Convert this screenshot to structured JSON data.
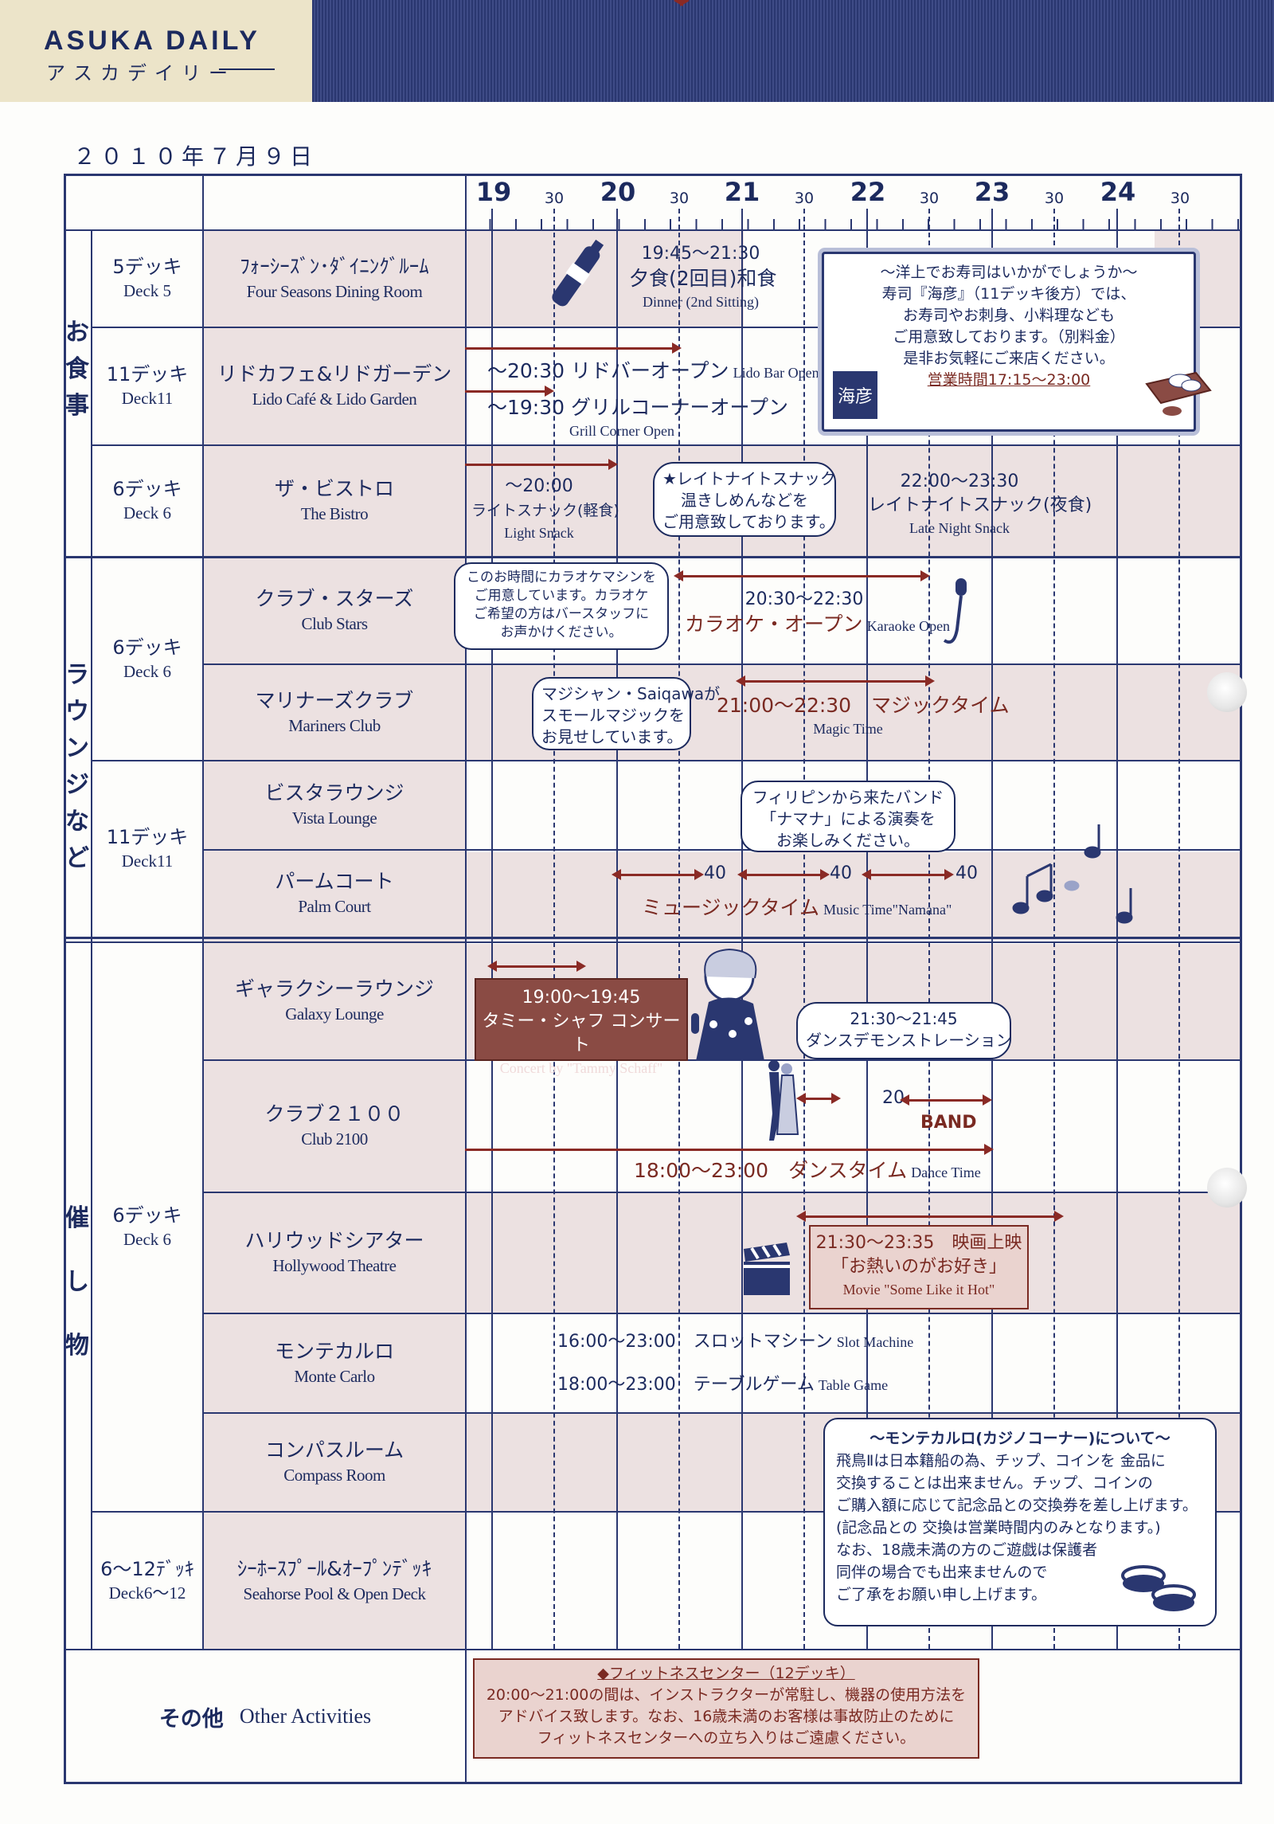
{
  "header": {
    "title_en": "ASUKA DAILY",
    "title_ja": "アスカデイリー"
  },
  "date": "２０１０年７月９日",
  "timeline": {
    "hours": [
      "19",
      "20",
      "21",
      "22",
      "23",
      "24"
    ],
    "half_label": "30"
  },
  "categories": [
    {
      "label": "お食事",
      "chars": [
        "お",
        "食",
        "事"
      ]
    },
    {
      "label": "ラウンジなど",
      "chars": [
        "ラ",
        "ウ",
        "ン",
        "ジ",
        "な",
        "ど"
      ]
    },
    {
      "label": "催し物",
      "chars": [
        "催",
        "し",
        "物"
      ]
    }
  ],
  "decks": [
    {
      "ja": "5デッキ",
      "en": "Deck 5"
    },
    {
      "ja": "11デッキ",
      "en": "Deck11"
    },
    {
      "ja": "6デッキ",
      "en": "Deck 6"
    },
    {
      "ja": "6デッキ",
      "en": "Deck 6"
    },
    {
      "ja": "11デッキ",
      "en": "Deck11"
    },
    {
      "ja": "6デッキ",
      "en": "Deck 6"
    },
    {
      "ja": "6〜12ﾃﾞｯｷ",
      "en": "Deck6〜12"
    }
  ],
  "venues": [
    {
      "ja": "ﾌｫｰｼｰｽﾞﾝ･ﾀﾞｲﾆﾝｸﾞﾙｰﾑ",
      "en": "Four Seasons Dining Room"
    },
    {
      "ja": "リドカフェ&リドガーデン",
      "en": "Lido Café & Lido Garden"
    },
    {
      "ja": "ザ・ビストロ",
      "en": "The Bistro"
    },
    {
      "ja": "クラブ・スターズ",
      "en": "Club Stars"
    },
    {
      "ja": "マリナーズクラブ",
      "en": "Mariners Club"
    },
    {
      "ja": "ビスタラウンジ",
      "en": "Vista Lounge"
    },
    {
      "ja": "パームコート",
      "en": "Palm Court"
    },
    {
      "ja": "ギャラクシーラウンジ",
      "en": "Galaxy Lounge"
    },
    {
      "ja": "クラブ２１００",
      "en": "Club 2100"
    },
    {
      "ja": "ハリウッドシアター",
      "en": "Hollywood Theatre"
    },
    {
      "ja": "モンテカルロ",
      "en": "Monte Carlo"
    },
    {
      "ja": "コンパスルーム",
      "en": "Compass Room"
    },
    {
      "ja": "ｼｰﾎｰｽﾌﾟｰﾙ&ｵｰﾌﾟﾝﾃﾞｯｷ",
      "en": "Seahorse Pool & Open Deck"
    }
  ],
  "other": {
    "ja": "その他",
    "en": "Other Activities"
  },
  "events": {
    "dinner": {
      "time": "19:45〜21:30",
      "ja": "夕食(2回目)和食",
      "en": "Dinner (2nd Sitting)"
    },
    "lido_bar": {
      "ja": "〜20:30 リドバーオープン",
      "en": "Lido Bar Open"
    },
    "grill": {
      "ja": "〜19:30 グリルコーナーオープン",
      "en": "Grill Corner Open"
    },
    "bistro_light": {
      "time": "〜20:00",
      "ja": "ライトスナック(軽食)",
      "en": "Light Snack"
    },
    "bistro_bubble": [
      "★レイトナイトスナック",
      "温きしめんなどを",
      "ご用意致しております。"
    ],
    "bistro_late": {
      "time": "22:00〜23:30",
      "ja": "レイトナイトスナック(夜食)",
      "en": "Late Night Snack"
    },
    "karaoke_bubble": [
      "このお時間にカラオケマシンを",
      "ご用意しています。カラオケ",
      "ご希望の方はバースタッフに",
      "お声かけください。"
    ],
    "karaoke": {
      "time": "20:30〜22:30",
      "ja": "カラオケ・オープン",
      "en": "Karaoke Open"
    },
    "magic_bubble": [
      "マジシャン・Saiqawaが",
      "スモールマジックを",
      "お見せしています。"
    ],
    "magic": {
      "ja": "21:00〜22:30　マジックタイム",
      "en": "Magic Time"
    },
    "band_bubble": [
      "フィリピンから来たバンド",
      "「ナマナ」による演奏を",
      "お楽しみください。"
    ],
    "music_intervals": [
      "40",
      "40",
      "40"
    ],
    "music": {
      "ja": "ミュージックタイム",
      "en": "Music Time\"Namana\""
    },
    "concert": {
      "time": "19:00〜19:45",
      "ja": "タミー・シャフ コンサート",
      "en": "Concert by \"Tammy Schaff\""
    },
    "dance_demo_bubble": [
      "21:30〜21:45",
      "ダンスデモンストレーション"
    ],
    "band20": {
      "num": "20",
      "label": "BAND"
    },
    "dance_time": {
      "ja": "18:00〜23:00　ダンスタイム",
      "en": "Dance Time"
    },
    "movie": {
      "time": "21:30〜23:35　映画上映",
      "title": "「お熱いのがお好き」",
      "en": "Movie \"Some Like it Hot\""
    },
    "slot": {
      "ja": "16:00〜23:00　スロットマシーン",
      "en": "Slot Machine"
    },
    "table": {
      "ja": "18:00〜23:00　テーブルゲーム",
      "en": "Table Game"
    }
  },
  "sushi_notice": {
    "lines": [
      "〜洋上でお寿司はいかがでしょうか〜",
      "寿司『海彦』（11デッキ後方）では、",
      "お寿司やお刺身、小料理なども",
      "ご用意致しております。（別料金）",
      "是非お気軽にご来店ください。"
    ],
    "hours": "営業時間17:15〜23:00",
    "logo": "海彦"
  },
  "casino_notice": {
    "title": "〜モンテカルロ(カジノコーナー)について〜",
    "lines": [
      "飛鳥Ⅱは日本籍船の為、チップ、コインを 金品に",
      "交換することは出来ません。チップ、コインの",
      "ご購入額に応じて記念品との交換券を差し上げます。",
      "(記念品との 交換は営業時間内のみとなります。)",
      "なお、18歳未満の方のご遊戯は保護者",
      "同伴の場合でも出来ませんので",
      "ご了承をお願い申し上げます。"
    ]
  },
  "fitness": {
    "title": "◆フィットネスセンター（12デッキ）",
    "lines": [
      "20:00〜21:00の間は、インストラクターが常駐し、機器の使用方法を",
      "アドバイス致します。なお、16歳未満のお客様は事故防止のために",
      "フィットネスセンターへの立ち入りはご遠慮ください。"
    ]
  },
  "colors": {
    "navy": "#1c2a5e",
    "arrow": "#8a2a25",
    "shade": "#ece1e1",
    "brownbox": "#8a4b44"
  }
}
